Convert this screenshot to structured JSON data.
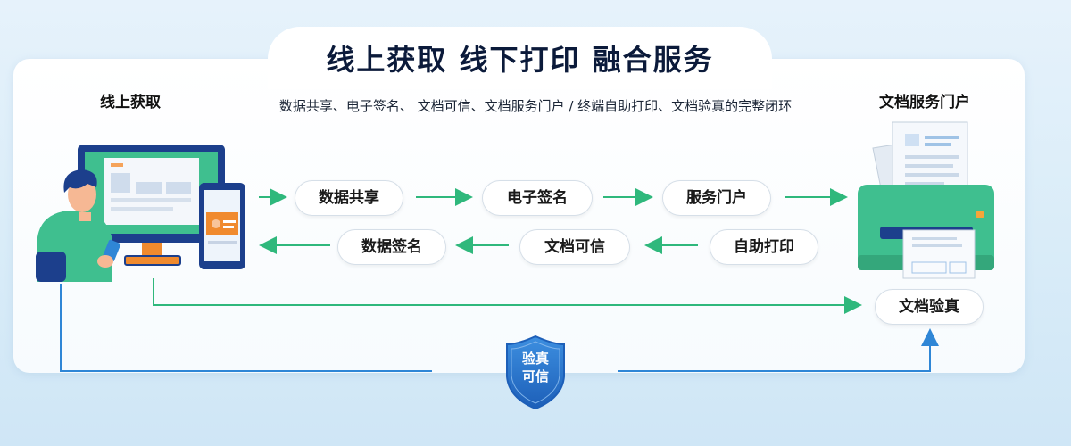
{
  "title": "线上获取 线下打印 融合服务",
  "subtitle": "数据共享、电子签名、 文档可信、文档服务门户 / 终端自助打印、文档验真的完整闭环",
  "left_label": "线上获取",
  "right_label": "文档服务门户",
  "flow_top": [
    "数据共享",
    "电子签名",
    "服务门户"
  ],
  "flow_bottom": [
    "数据签名",
    "文档可信",
    "自助打印"
  ],
  "verify_label": "文档验真",
  "shield": {
    "line1": "验真",
    "line2": "可信"
  },
  "colors": {
    "green": "#2fb87c",
    "blue": "#2f86d6",
    "navy": "#1c3f8c"
  }
}
